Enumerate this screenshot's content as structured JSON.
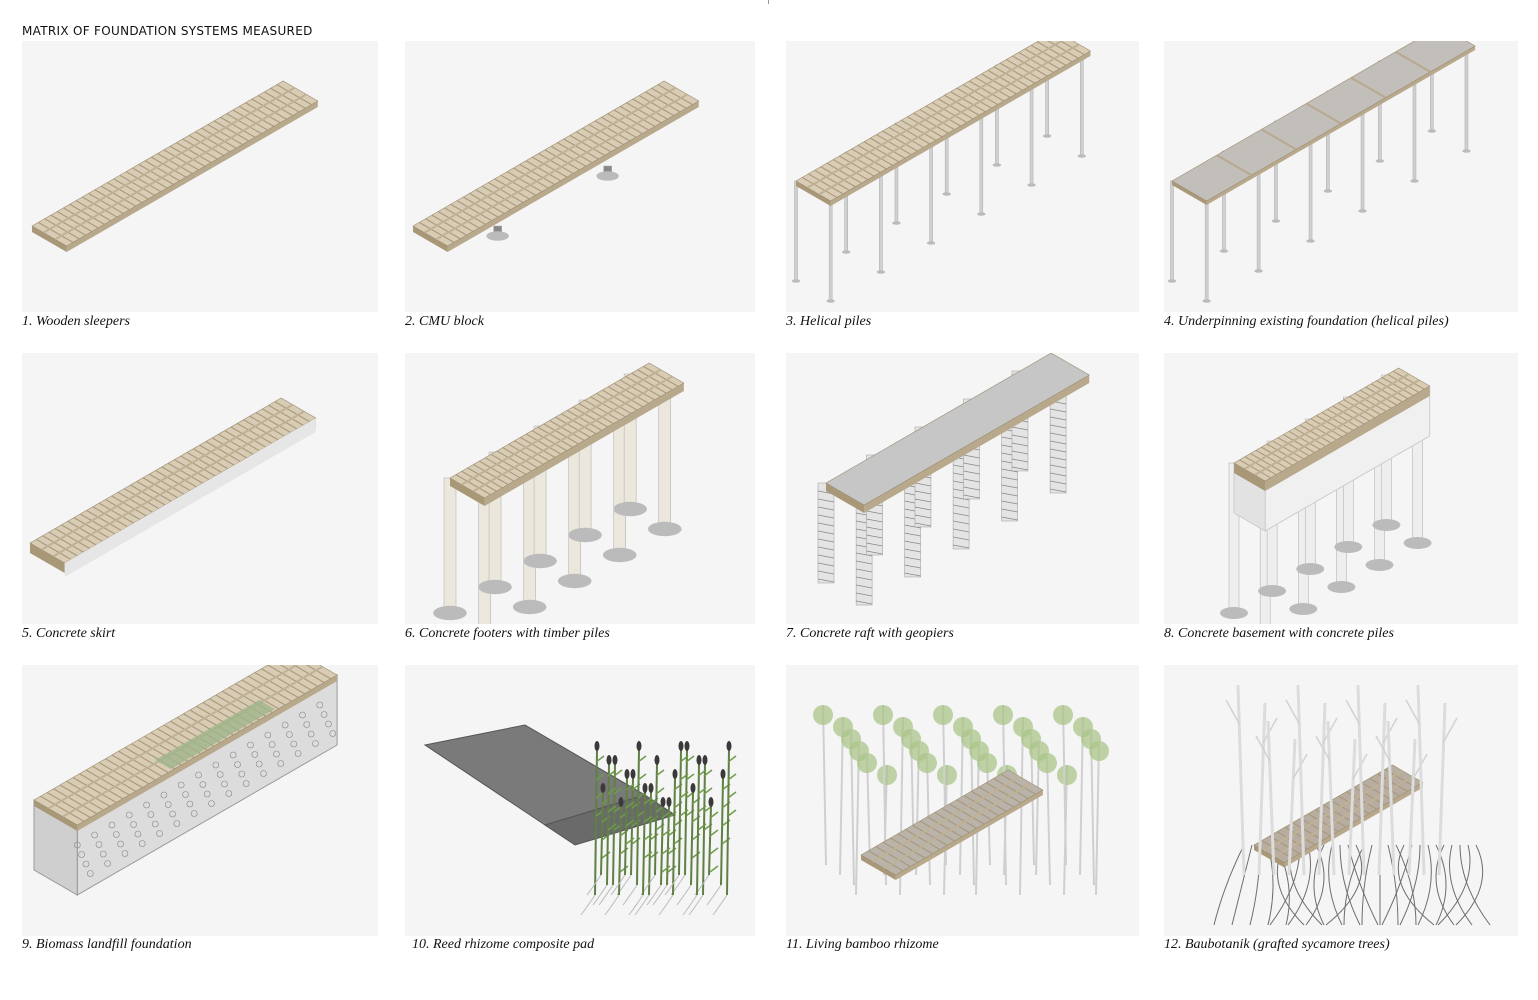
{
  "page": {
    "title": "MATRIX OF FOUNDATION SYSTEMS MEASURED"
  },
  "colors": {
    "timber": "#d9ccb4",
    "timber_dark": "#b8a88c",
    "concrete": "#c9c9c9",
    "gravel": "#9a9a9a",
    "plant_green": "#6f9a4a",
    "panel_bg": "#f5f5f5"
  },
  "systems": [
    {
      "caption": "1. Wooden sleepers",
      "illustration": "timber-deck-on-sleepers"
    },
    {
      "caption": "2. CMU block",
      "illustration": "timber-deck-on-blocks"
    },
    {
      "caption": "3. Helical piles",
      "illustration": "timber-deck-on-helical-piles"
    },
    {
      "caption": "4. Underpinning existing foundation (helical piles)",
      "illustration": "gray-deck-on-helical-piles"
    },
    {
      "caption": "5. Concrete skirt",
      "illustration": "timber-deck-on-skirt"
    },
    {
      "caption": "6. Concrete footers with timber piles",
      "illustration": "timber-deck-on-tall-piles"
    },
    {
      "caption": "7. Concrete raft with geopiers",
      "illustration": "concrete-raft-on-geopiers"
    },
    {
      "caption": "8. Concrete basement with concrete piles",
      "illustration": "basement-on-piles"
    },
    {
      "caption": "9. Biomass landfill foundation",
      "illustration": "deck-on-biomass-block"
    },
    {
      "caption": "10. Reed rhizome composite pad",
      "illustration": "reed-pad-with-reeds"
    },
    {
      "caption": "11. Living bamboo rhizome",
      "illustration": "deck-in-bamboo"
    },
    {
      "caption": "12. Baubotanik (grafted sycamore trees)",
      "illustration": "deck-in-sycamores"
    }
  ]
}
